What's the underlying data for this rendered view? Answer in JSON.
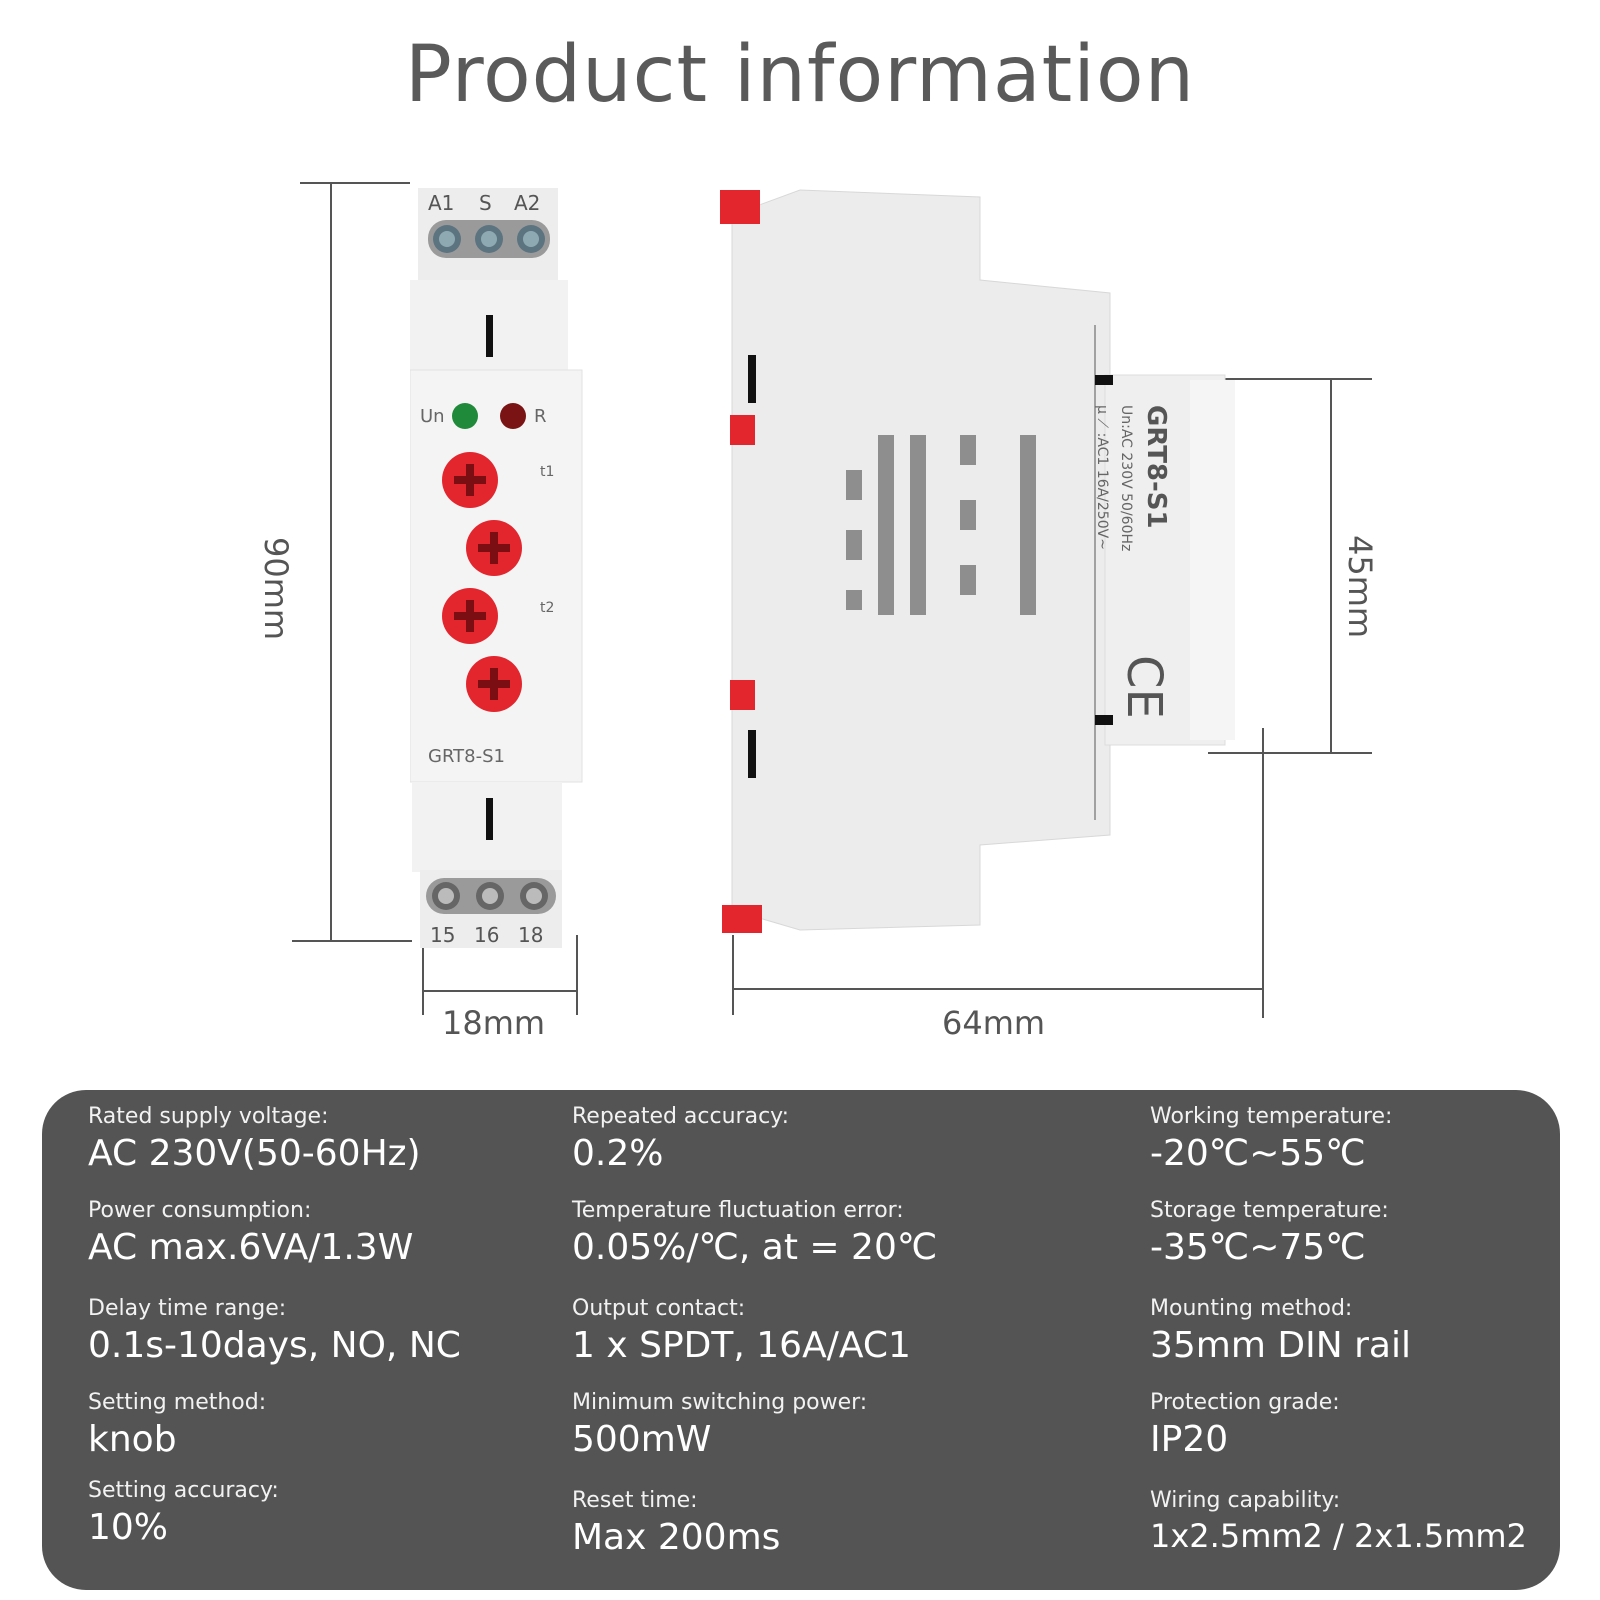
{
  "title": "Product information",
  "device": {
    "front_terminals_top": [
      "A1",
      "S",
      "A2"
    ],
    "front_terminals_bottom": [
      "15",
      "16",
      "18"
    ],
    "front_leds": [
      "Un",
      "R"
    ],
    "front_model": "GRT8-S1",
    "knob_t1_label": "t1",
    "knob_t2_label": "t2",
    "side_model": "GRT8-S1",
    "side_rating_1": "Un:AC 230V 50/60Hz",
    "side_rating_2": "μ ⟋ :AC1 16A/250V~",
    "ce_mark": "CE",
    "colors": {
      "accent": "#e3262e",
      "body": "#ececec",
      "panel": "#545454"
    }
  },
  "dimensions": {
    "height": "90mm",
    "width": "18mm",
    "depth": "64mm",
    "side_height": "45mm"
  },
  "specs": {
    "col1": [
      {
        "label": "Rated supply voltage:",
        "value": "AC 230V(50-60Hz)"
      },
      {
        "label": "Power consumption:",
        "value": "AC max.6VA/1.3W"
      },
      {
        "label": "Delay time range:",
        "value": "0.1s-10days, NO, NC"
      },
      {
        "label": "Setting method:",
        "value": "knob"
      },
      {
        "label": "Setting accuracy:",
        "value": "10%"
      }
    ],
    "col2": [
      {
        "label": "Repeated accuracy:",
        "value": "0.2%"
      },
      {
        "label": "Temperature fluctuation error:",
        "value": "0.05%/℃, at = 20℃"
      },
      {
        "label": "Output contact:",
        "value": "1 x SPDT, 16A/AC1"
      },
      {
        "label": "Minimum switching power:",
        "value": "500mW"
      },
      {
        "label": "Reset time:",
        "value": "Max 200ms"
      }
    ],
    "col3": [
      {
        "label": "Working temperature:",
        "value": "-20℃~55℃"
      },
      {
        "label": "Storage temperature:",
        "value": "-35℃~75℃"
      },
      {
        "label": "Mounting method:",
        "value": "35mm DIN rail"
      },
      {
        "label": "Protection grade:",
        "value": "IP20"
      },
      {
        "label": "Wiring capability:",
        "value": "1x2.5mm2 /  2x1.5mm2"
      }
    ]
  }
}
